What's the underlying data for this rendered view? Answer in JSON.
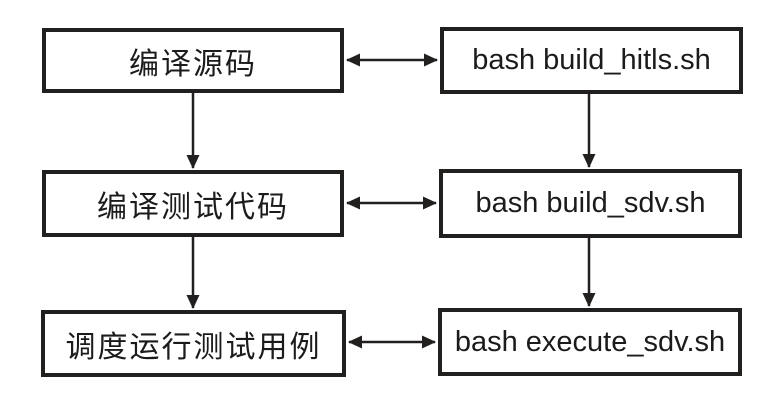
{
  "diagram": {
    "title": "",
    "background_color": "#ffffff",
    "line_color": "#221f1f",
    "box_border_color": "#221f1f",
    "text_color": "#1c1a1a",
    "nodes": [
      {
        "id": "compile-source",
        "label": "编译源码",
        "column": "left",
        "row": 1
      },
      {
        "id": "build-hitls-script",
        "label": "bash build_hitls.sh",
        "column": "right",
        "row": 1
      },
      {
        "id": "compile-test-code",
        "label": "编译测试代码",
        "column": "left",
        "row": 2
      },
      {
        "id": "build-sdv-script",
        "label": "bash build_sdv.sh",
        "column": "right",
        "row": 2
      },
      {
        "id": "schedule-run-tests",
        "label": "调度运行测试用例",
        "column": "left",
        "row": 3
      },
      {
        "id": "execute-sdv-script",
        "label": "bash execute_sdv.sh",
        "column": "right",
        "row": 3
      }
    ],
    "edges": [
      {
        "from": "compile-source",
        "to": "build-hitls-script",
        "type": "bidirectional"
      },
      {
        "from": "compile-source",
        "to": "compile-test-code",
        "type": "down"
      },
      {
        "from": "build-hitls-script",
        "to": "build-sdv-script",
        "type": "down"
      },
      {
        "from": "compile-test-code",
        "to": "build-sdv-script",
        "type": "bidirectional"
      },
      {
        "from": "compile-test-code",
        "to": "schedule-run-tests",
        "type": "down"
      },
      {
        "from": "build-sdv-script",
        "to": "execute-sdv-script",
        "type": "down"
      },
      {
        "from": "schedule-run-tests",
        "to": "execute-sdv-script",
        "type": "bidirectional"
      }
    ]
  }
}
